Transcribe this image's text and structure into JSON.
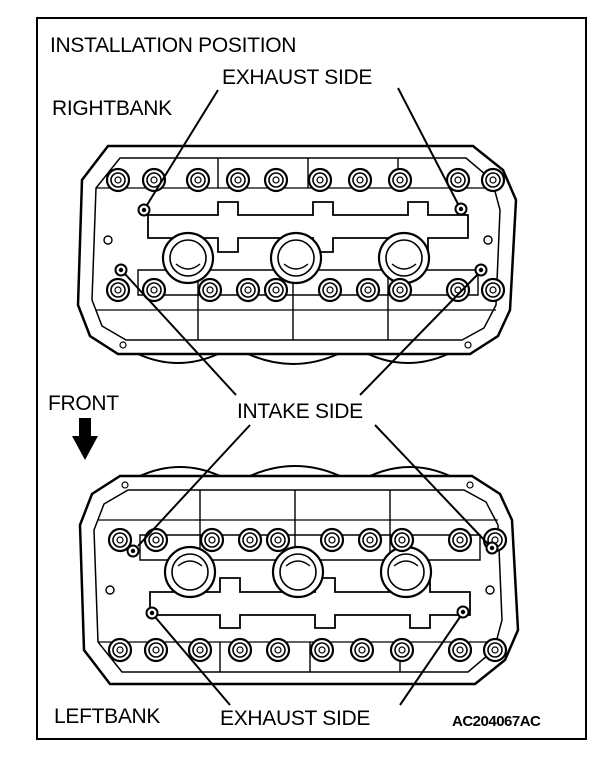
{
  "labels": {
    "title": "INSTALLATION POSITION",
    "exhaust_side_top": "EXHAUST SIDE",
    "right_bank": "RIGHTBANK",
    "front": "FRONT",
    "intake_side": "INTAKE SIDE",
    "left_bank": "LEFTBANK",
    "exhaust_side_bottom": "EXHAUST SIDE",
    "figure_code": "AC204067AC"
  }
}
